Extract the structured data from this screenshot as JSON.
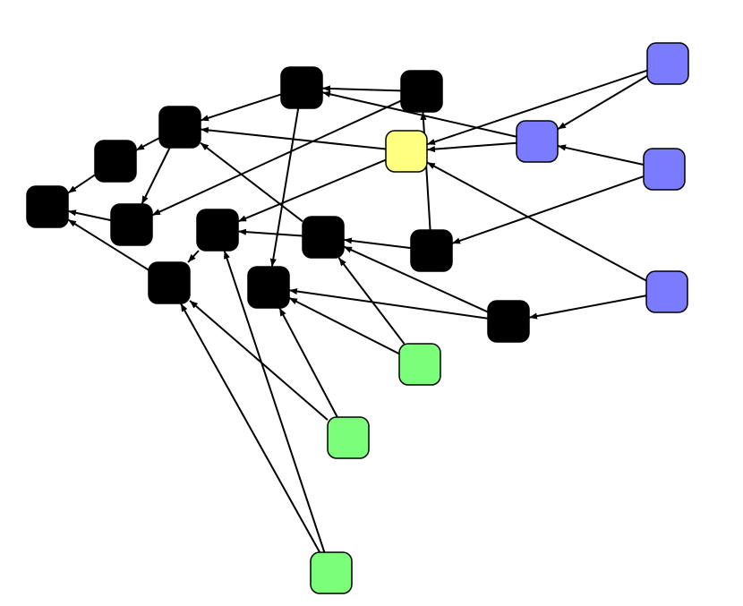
{
  "colors": {
    "background": "#ffffff",
    "black_node": "#000000",
    "blue_node": "#7b7bff",
    "yellow_node": "#ffff80",
    "green_node": "#7bff7b",
    "edge": "#000000"
  },
  "nodes": [
    {
      "id": "n1",
      "kind": "black"
    },
    {
      "id": "n2",
      "kind": "black"
    },
    {
      "id": "n3",
      "kind": "black"
    },
    {
      "id": "n4",
      "kind": "black"
    },
    {
      "id": "n5",
      "kind": "black"
    },
    {
      "id": "n6",
      "kind": "black"
    },
    {
      "id": "n7",
      "kind": "black"
    },
    {
      "id": "n8",
      "kind": "black"
    },
    {
      "id": "n9",
      "kind": "black"
    },
    {
      "id": "n10",
      "kind": "black"
    },
    {
      "id": "n11",
      "kind": "black"
    },
    {
      "id": "n12",
      "kind": "black"
    },
    {
      "id": "y1",
      "kind": "yellow"
    },
    {
      "id": "b1",
      "kind": "blue"
    },
    {
      "id": "b2",
      "kind": "blue"
    },
    {
      "id": "b3",
      "kind": "blue"
    },
    {
      "id": "b4",
      "kind": "blue"
    },
    {
      "id": "g1",
      "kind": "green"
    },
    {
      "id": "g2",
      "kind": "green"
    },
    {
      "id": "g3",
      "kind": "green"
    }
  ],
  "edges": [
    {
      "from": "n2",
      "to": "n1"
    },
    {
      "from": "n3",
      "to": "n2"
    },
    {
      "from": "n3",
      "to": "n5"
    },
    {
      "from": "n4",
      "to": "n3"
    },
    {
      "from": "n4",
      "to": "n10"
    },
    {
      "from": "n6",
      "to": "n4"
    },
    {
      "from": "n6",
      "to": "n5"
    },
    {
      "from": "n5",
      "to": "n1"
    },
    {
      "from": "n8",
      "to": "n7"
    },
    {
      "from": "n7",
      "to": "n9"
    },
    {
      "from": "n9",
      "to": "n1"
    },
    {
      "from": "b2",
      "to": "n4"
    },
    {
      "from": "b2",
      "to": "y1"
    },
    {
      "from": "y1",
      "to": "n3"
    },
    {
      "from": "y1",
      "to": "n7"
    },
    {
      "from": "b1",
      "to": "y1"
    },
    {
      "from": "b1",
      "to": "b2"
    },
    {
      "from": "b3",
      "to": "b2"
    },
    {
      "from": "b3",
      "to": "n11"
    },
    {
      "from": "b4",
      "to": "y1"
    },
    {
      "from": "b4",
      "to": "n12"
    },
    {
      "from": "n11",
      "to": "n8"
    },
    {
      "from": "n11",
      "to": "n6"
    },
    {
      "from": "n8",
      "to": "n3"
    },
    {
      "from": "n12",
      "to": "n8"
    },
    {
      "from": "n12",
      "to": "n10"
    },
    {
      "from": "g1",
      "to": "n8"
    },
    {
      "from": "g1",
      "to": "n10"
    },
    {
      "from": "g2",
      "to": "n10"
    },
    {
      "from": "g2",
      "to": "n9"
    },
    {
      "from": "g3",
      "to": "n9"
    },
    {
      "from": "g3",
      "to": "n7"
    }
  ]
}
